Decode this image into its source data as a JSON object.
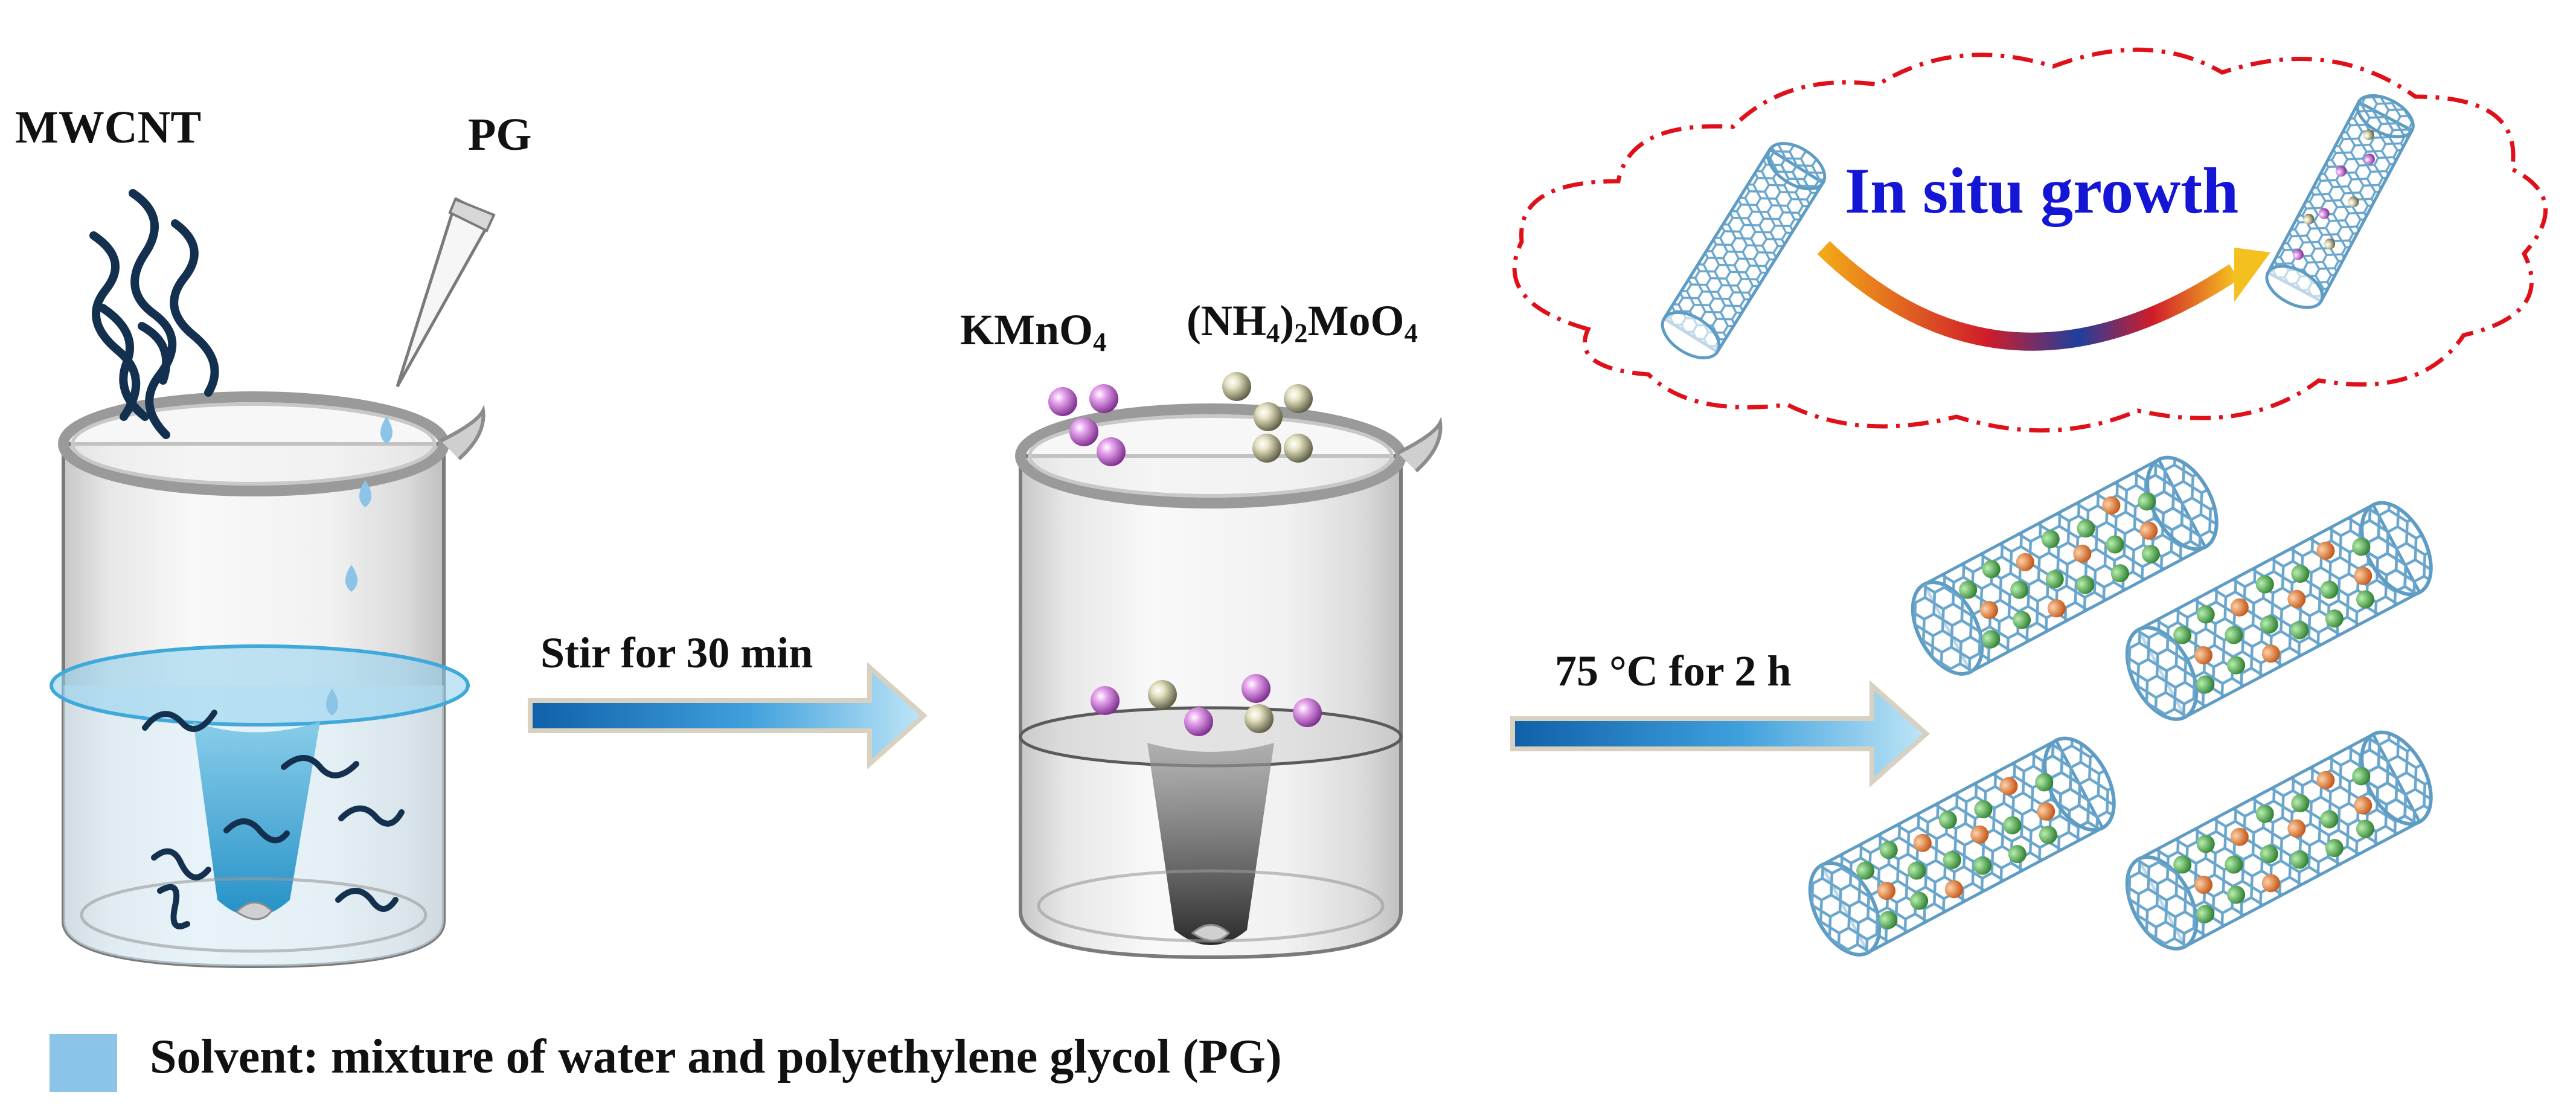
{
  "labels": {
    "mwcnt": "MWCNT",
    "pg": "PG",
    "kmno4": {
      "main": "KMnO",
      "sub": "4"
    },
    "ammonium_molybdate": {
      "part1": "(NH",
      "sub1": "4",
      "part2": ")",
      "sub2": "2",
      "part3": "MoO",
      "sub3": "4"
    },
    "in_situ_growth": "In situ growth"
  },
  "steps": [
    {
      "label": "Stir for 30 min"
    },
    {
      "label": "75 °C for 2 h"
    }
  ],
  "legend": {
    "text": "Solvent: mixture of water and polyethylene glycol (PG)",
    "swatch_color": "#8cc4e8"
  },
  "colors": {
    "cnt_blue": "#6aa6cc",
    "cloud_outline": "#e0101a",
    "in_situ_text": "#1515d6",
    "solvent": "#3fa9d9",
    "mwcnt_fiber": "#14304f",
    "particle_mn": "#c05ad0",
    "particle_mo": "#c8c496",
    "dot_green": "#3f9e3f",
    "dot_orange": "#e0702a"
  }
}
